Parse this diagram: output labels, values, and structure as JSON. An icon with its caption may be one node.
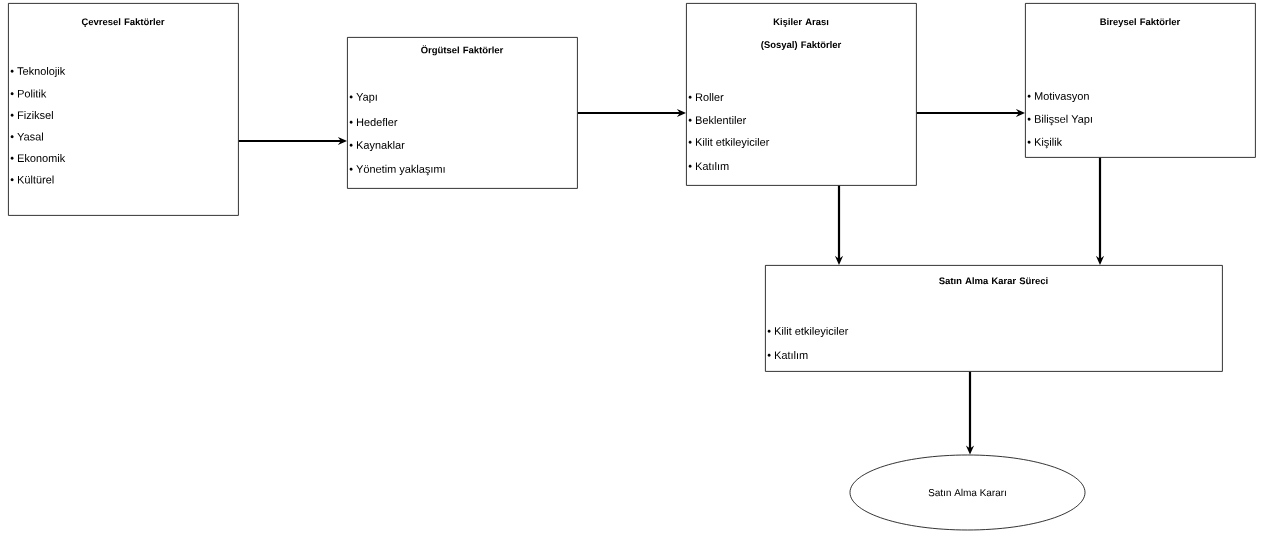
{
  "diagram": {
    "nodes": [
      {
        "text": [
          "Çevresel Faktörler",
          "• Teknolojik",
          "• Politik",
          "• Fiziksel",
          "• Yasal",
          "• Ekonomik",
          "• Kültürel"
        ]
      },
      {
        "text": [
          "Örgütsel Faktörler",
          "• Yapı",
          "• Hedefler",
          "• Kaynaklar",
          "• Yönetim yaklaşımı"
        ]
      },
      {
        "text": [
          "Kişiler Arası (Sosyal) Faktörler",
          "• Roller",
          "• Beklentiler",
          "• Kilit etkileyiciler",
          "• Katılım"
        ]
      },
      {
        "text": [
          "Bireysel Faktörler",
          "• Motivasyon",
          "• Bilişsel Yapı",
          "• Kişilik"
        ]
      },
      {
        "text": [
          "Satın Alma Karar Süreci",
          "• Kilit etkileyiciler",
          "• Katılım"
        ]
      },
      {
        "text": [
          "Satın Alma Kararı"
        ]
      }
    ],
    "edges": [
      {
        "from": 0,
        "to": 1,
        "arrow": "to"
      },
      {
        "from": 1,
        "to": 2,
        "arrow": "to"
      },
      {
        "from": 2,
        "to": 3,
        "arrow": "to"
      },
      {
        "from": 2,
        "to": 4,
        "arrow": "to"
      },
      {
        "from": 3,
        "to": 4,
        "arrow": "to"
      },
      {
        "from": 4,
        "to": 5,
        "arrow": "to"
      }
    ]
  }
}
